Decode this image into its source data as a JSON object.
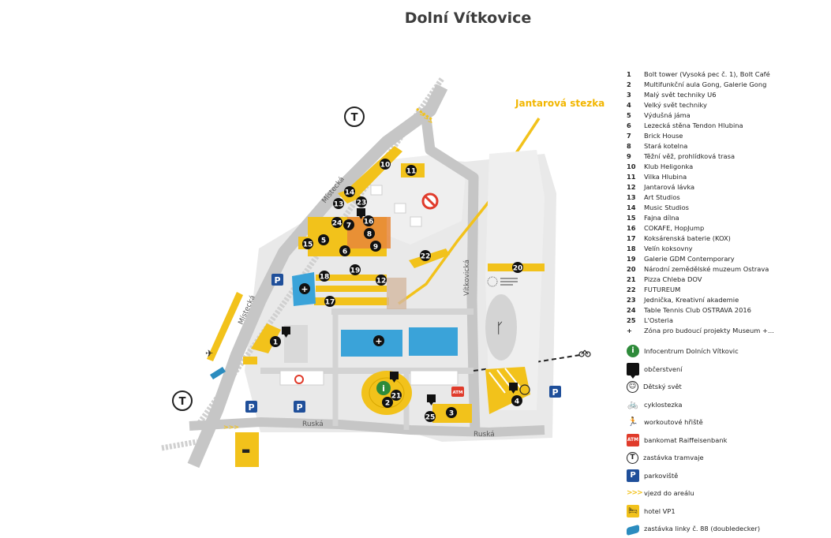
{
  "title": "Dolní Vítkovice",
  "labels": {
    "trail": "Jantarová stezka",
    "road_mistecka_top": "Místecká",
    "road_mistecka_bottom": "Místecká",
    "road_ruska_left": "Ruská",
    "road_ruska_right": "Ruská",
    "road_vitkovicka": "Vítkovická"
  },
  "legend": [
    {
      "num": "1",
      "text": "Bolt tower (Vysoká pec č. 1), Bolt Café"
    },
    {
      "num": "2",
      "text": "Multifunkční aula Gong, Galerie Gong"
    },
    {
      "num": "3",
      "text": "Malý svět techniky U6"
    },
    {
      "num": "4",
      "text": "Velký svět techniky"
    },
    {
      "num": "5",
      "text": "Výdušná jáma"
    },
    {
      "num": "6",
      "text": "Lezecká stěna Tendon Hlubina"
    },
    {
      "num": "7",
      "text": "Brick House"
    },
    {
      "num": "8",
      "text": "Stará kotelna"
    },
    {
      "num": "9",
      "text": "Těžní věž, prohlídková trasa"
    },
    {
      "num": "10",
      "text": "Klub Heligonka"
    },
    {
      "num": "11",
      "text": "Vilka Hlubina"
    },
    {
      "num": "12",
      "text": "Jantarová lávka"
    },
    {
      "num": "13",
      "text": "Art Studios"
    },
    {
      "num": "14",
      "text": "Music Studios"
    },
    {
      "num": "15",
      "text": "Fajna dílna"
    },
    {
      "num": "16",
      "text": "COKAFE, HopJump"
    },
    {
      "num": "17",
      "text": "Koksárenská baterie (KOX)"
    },
    {
      "num": "18",
      "text": "Velín koksovny"
    },
    {
      "num": "19",
      "text": "Galerie GDM Contemporary"
    },
    {
      "num": "20",
      "text": "Národní zemědělské muzeum Ostrava"
    },
    {
      "num": "21",
      "text": "Pizza Chleba DOV"
    },
    {
      "num": "22",
      "text": "FUTUREUM"
    },
    {
      "num": "23",
      "text": "Jednička, Kreativní akademie"
    },
    {
      "num": "24",
      "text": "Table Tennis Club OSTRAVA 2016"
    },
    {
      "num": "25",
      "text": "L'Osteria"
    },
    {
      "num": "+",
      "text": "Zóna pro budoucí projekty Museum +..."
    }
  ],
  "symbols": [
    {
      "icon": "info-icon",
      "glyph": "i",
      "text": "Infocentrum Dolních Vítkovic"
    },
    {
      "icon": "food-icon",
      "glyph": "",
      "text": "občerstvení"
    },
    {
      "icon": "kids-icon",
      "glyph": "☺",
      "text": "Dětský svět"
    },
    {
      "icon": "bike-icon",
      "glyph": "🚲",
      "text": "cyklostezka"
    },
    {
      "icon": "workout-icon",
      "glyph": "🏃",
      "text": "workoutové hřiště"
    },
    {
      "icon": "atm-icon",
      "glyph": "ATM",
      "text": "bankomat Raiffeisenbank"
    },
    {
      "icon": "tram-icon",
      "glyph": "T",
      "text": "zastávka tramvaje"
    },
    {
      "icon": "parking-icon",
      "glyph": "P",
      "text": "parkoviště"
    },
    {
      "icon": "entrance-icon",
      "glyph": ">>>",
      "text": "vjezd do areálu"
    },
    {
      "icon": "hotel-icon",
      "glyph": "🛏",
      "text": "hotel VP1"
    },
    {
      "icon": "bus-icon",
      "glyph": "",
      "text": "zastávka linky č. 88 (doubledecker)"
    }
  ],
  "markers": {
    "tram_top": "T",
    "tram_bottom": "T",
    "parking": "P",
    "atm": "ATM",
    "info": "i",
    "plus": "+",
    "m1": "1",
    "m2": "2",
    "m3": "3",
    "m4": "4",
    "m5": "5",
    "m6": "6",
    "m7": "7",
    "m8": "8",
    "m9": "9",
    "m10": "10",
    "m11": "11",
    "m12": "12",
    "m13": "13",
    "m14": "14",
    "m15": "15",
    "m16": "16",
    "m17": "17",
    "m18": "18",
    "m19": "19",
    "m20": "20",
    "m21": "21",
    "m22": "22",
    "m23": "23",
    "m24": "24",
    "m25": "25"
  },
  "colors": {
    "yellow": "#f2c21b",
    "road": "#c6c6c6",
    "area": "#e9e9e9",
    "blue": "#3aa3d9",
    "parking": "#1f4f9a",
    "info": "#2e8b3a",
    "atm": "#e03b2b",
    "orange": "#e8873a"
  }
}
